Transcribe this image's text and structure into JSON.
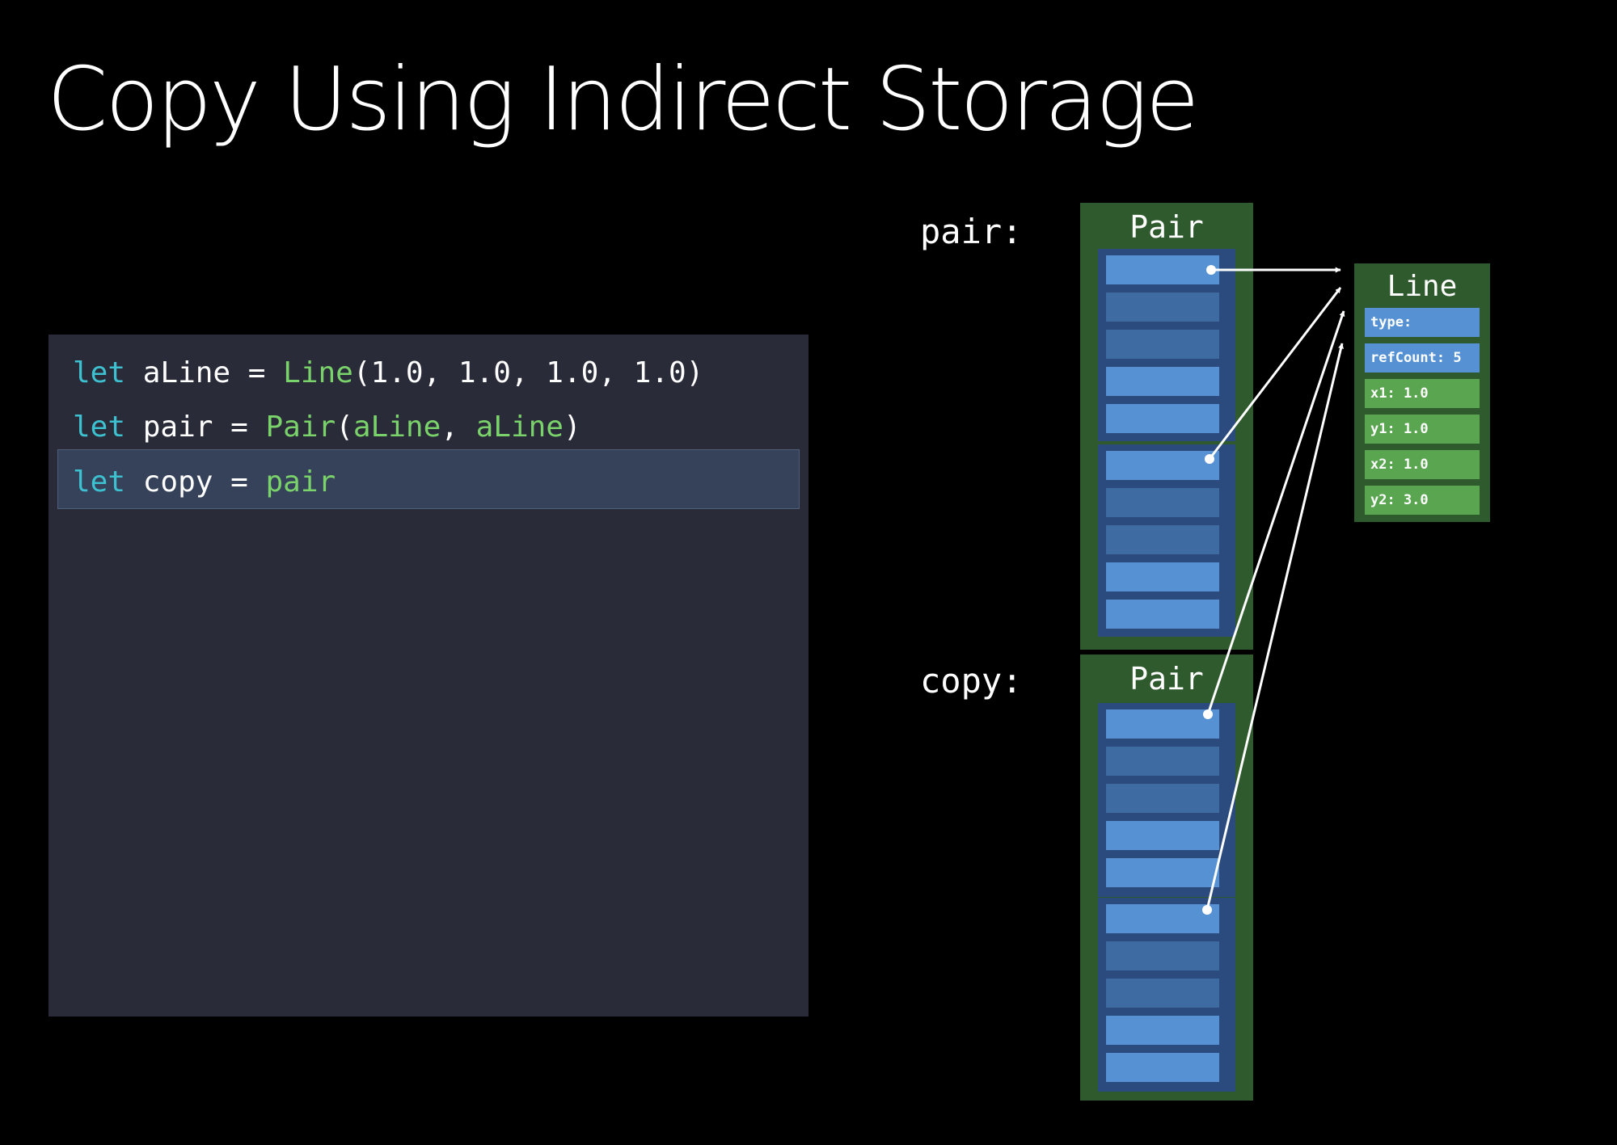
{
  "slide": {
    "title": "Copy Using Indirect Storage"
  },
  "code": {
    "lines": [
      {
        "kw": "let",
        "name": "aLine",
        "eq": "=",
        "type": "Line",
        "args": "(1.0, 1.0, 1.0, 1.0)"
      },
      {
        "kw": "let",
        "name": "pair",
        "eq": "=",
        "type": "Pair",
        "open": "(",
        "arg1": "aLine",
        "sep": ", ",
        "arg2": "aLine",
        "close": ")"
      },
      {
        "kw": "let",
        "name": "copy",
        "eq": "=",
        "value": "pair"
      }
    ],
    "highlighted_line": 3
  },
  "diagram": {
    "pair_label": "pair:",
    "copy_label": "copy:",
    "pair_box_title": "Pair",
    "copy_box_title": "Pair",
    "line_box": {
      "title": "Line",
      "fields": [
        "type:",
        "refCount: 5",
        "x1: 1.0",
        "y1: 1.0",
        "x2: 1.0",
        "y2: 3.0"
      ]
    },
    "colors": {
      "storage_green": "#2f5a2d",
      "slot_blue": "#5591d3",
      "slot_dark_blue": "#3f6ba3",
      "field_green": "#5aa550",
      "keyword": "#3dc0cf",
      "type": "#7ad26a"
    }
  }
}
